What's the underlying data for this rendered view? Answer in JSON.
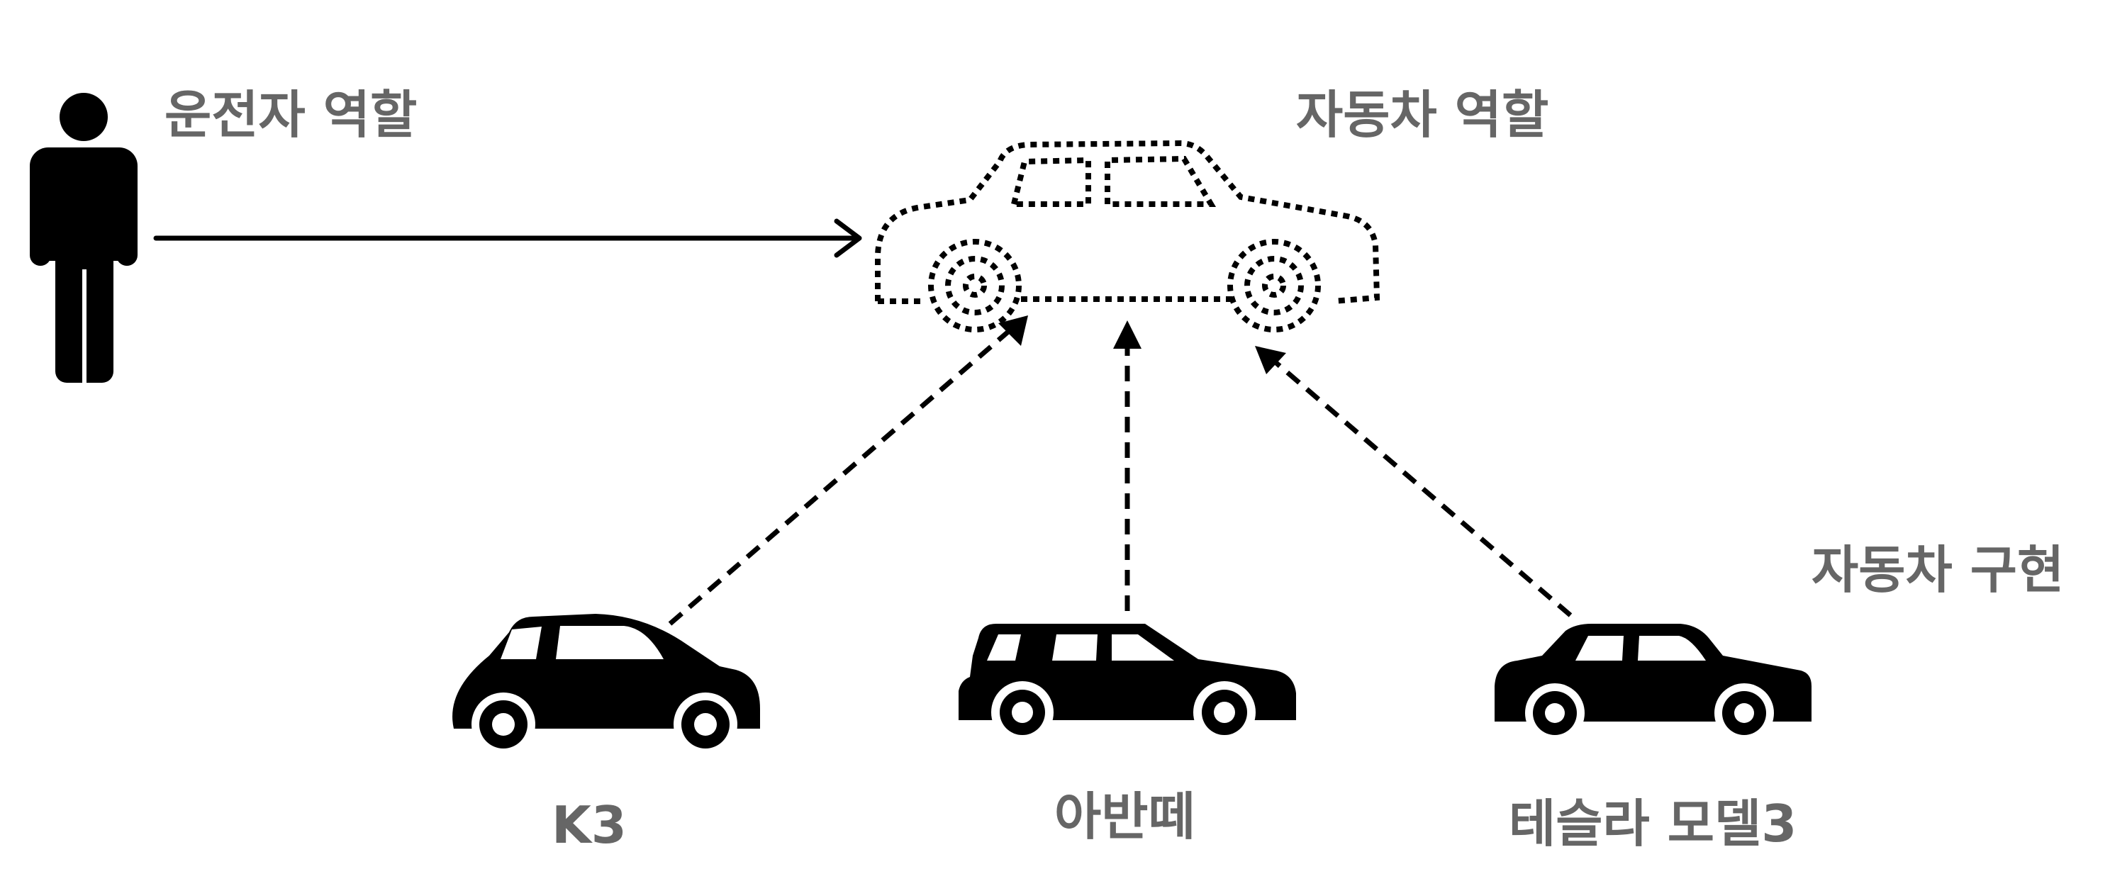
{
  "labels": {
    "driver_role": "운전자 역할",
    "car_role": "자동차 역할",
    "car_impl": "자동차 구현",
    "k3": "K3",
    "avante": "아반떼",
    "tesla": "테슬라 모델3"
  },
  "icons": {
    "driver": "person-icon",
    "car_role": "car-outline-icon",
    "k3": "hatchback-car-icon",
    "avante": "wagon-car-icon",
    "tesla": "sedan-car-icon"
  },
  "colors": {
    "icon": "#000000",
    "label": "#666666",
    "background": "#ffffff"
  }
}
